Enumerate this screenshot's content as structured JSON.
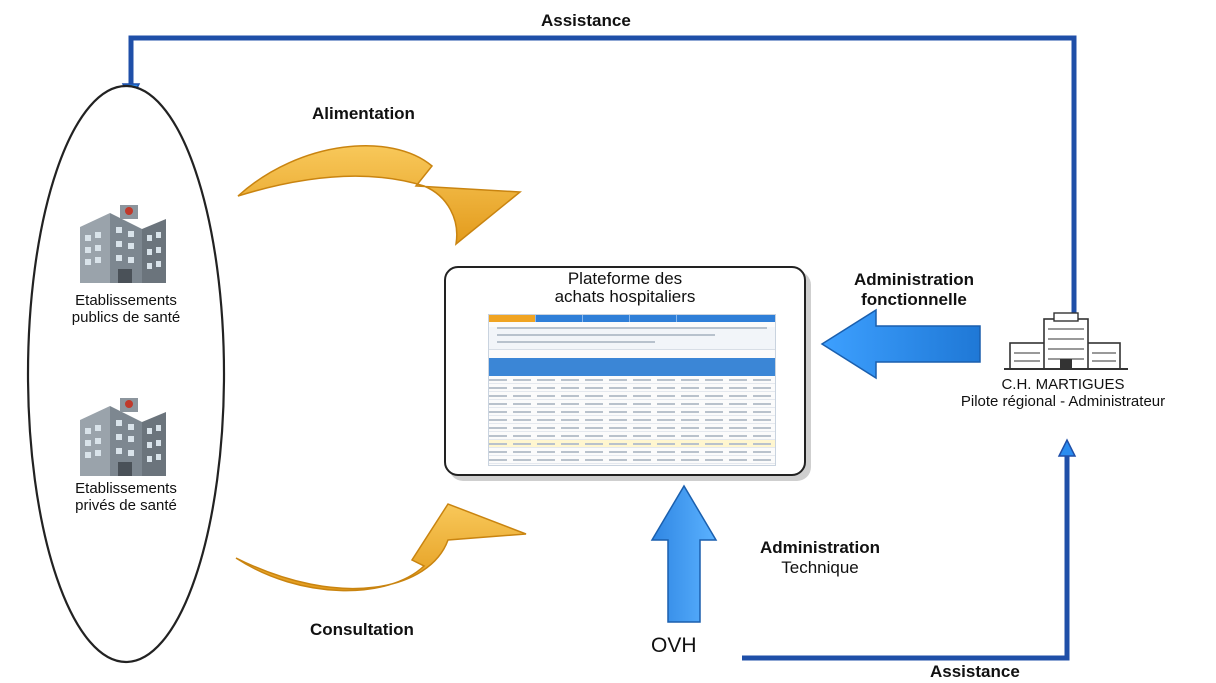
{
  "labels": {
    "assistance_top": "Assistance",
    "assistance_bottom": "Assistance",
    "alimentation": "Alimentation",
    "consultation": "Consultation",
    "public_line1": "Etablissements",
    "public_line2": "publics de santé",
    "private_line1": "Etablissements",
    "private_line2": "privés de santé",
    "platform_line1": "Plateforme des",
    "platform_line2": "achats hospitaliers",
    "admin_fonc_line1": "Administration",
    "admin_fonc_line2": "fonctionnelle",
    "admin_tech_line1": "Administration",
    "admin_tech_line2": "Technique",
    "ovh": "OVH",
    "martigues_line1": "C.H. MARTIGUES",
    "martigues_line2": "Pilote régional - Administrateur"
  },
  "colors": {
    "assistance_line": "#1f4fa8",
    "arrow_blue": "#2a8cf0",
    "arrow_gold": "#f4b63a",
    "building_gray": "#7d8790",
    "building_red": "#c0392b"
  },
  "icons": {
    "hospital_building": "hospital-building-icon",
    "regional_hospital": "regional-hospital-icon"
  }
}
